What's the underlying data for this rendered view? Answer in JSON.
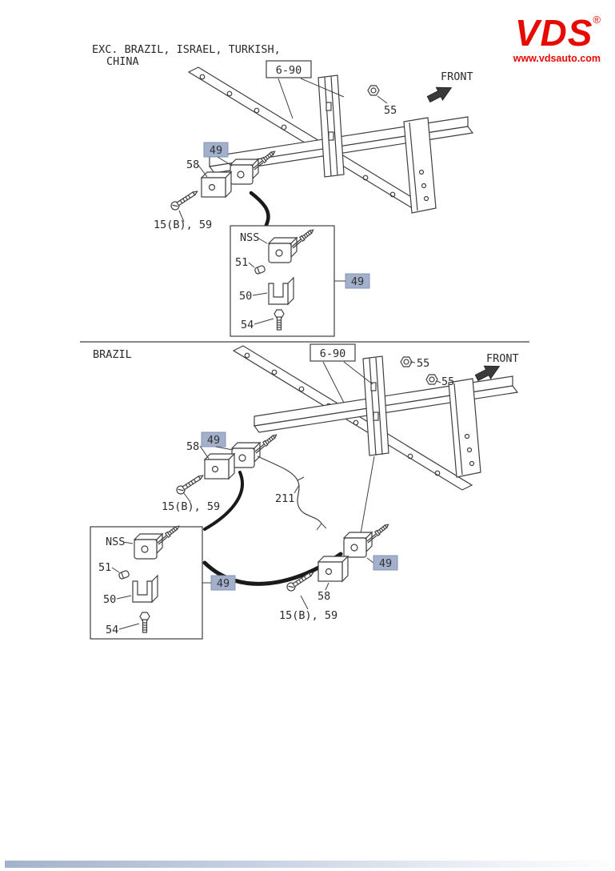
{
  "colors": {
    "chip_bg": "#a2b0cc",
    "logo_red": "#e60a00",
    "line": "#3f3f3f"
  },
  "logo": {
    "text": "VDS",
    "reg": "®",
    "url": "www.vdsauto.com"
  },
  "top_section": {
    "title_line1": "EXC. BRAZIL, ISRAEL, TURKISH,",
    "title_line2": "CHINA",
    "callout_6_90": "6-90",
    "front": "FRONT",
    "label_55": "55",
    "label_49_frame": "49",
    "label_58": "58",
    "label_15b_59": "15(B), 59",
    "detail": {
      "nss": "NSS",
      "label_51": "51",
      "label_50": "50",
      "label_54": "54",
      "label_49": "49"
    }
  },
  "bottom_section": {
    "title": "BRAZIL",
    "callout_6_90": "6-90",
    "front": "FRONT",
    "label_55_upper": "55",
    "label_55_lower": "55",
    "label_49_frame": "49",
    "label_58_left": "58",
    "label_15b_59_left": "15(B), 59",
    "label_211": "211",
    "detail": {
      "nss": "NSS",
      "label_51": "51",
      "label_50": "50",
      "label_54": "54",
      "label_49": "49"
    },
    "right_assy": {
      "label_49": "49",
      "label_58": "58",
      "label_15b_59": "15(B), 59"
    }
  }
}
